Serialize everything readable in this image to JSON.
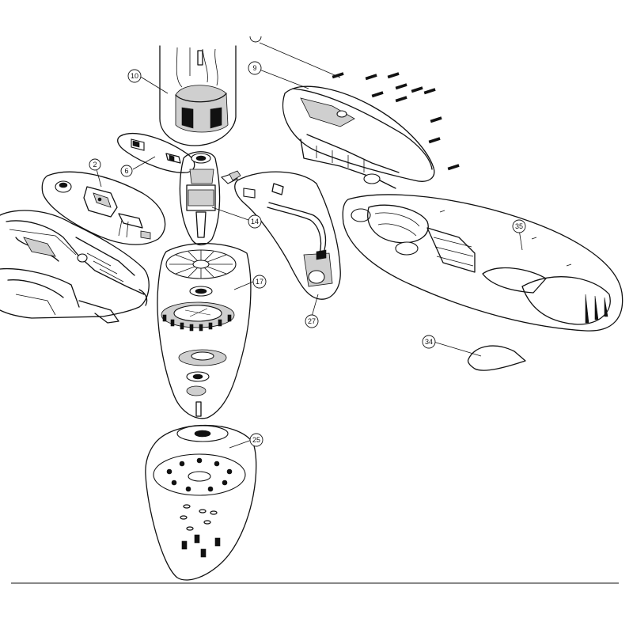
{
  "diagram": {
    "type": "exploded-parts-view",
    "callouts": [
      {
        "id": "c2",
        "label": "2"
      },
      {
        "id": "c6",
        "label": "6"
      },
      {
        "id": "c9",
        "label": "9"
      },
      {
        "id": "c10",
        "label": "10"
      },
      {
        "id": "c14",
        "label": "14"
      },
      {
        "id": "c17",
        "label": "17"
      },
      {
        "id": "c25",
        "label": "25"
      },
      {
        "id": "c27",
        "label": "27"
      },
      {
        "id": "c34",
        "label": "34"
      },
      {
        "id": "c35",
        "label": "35"
      }
    ],
    "footer_rule": true
  }
}
